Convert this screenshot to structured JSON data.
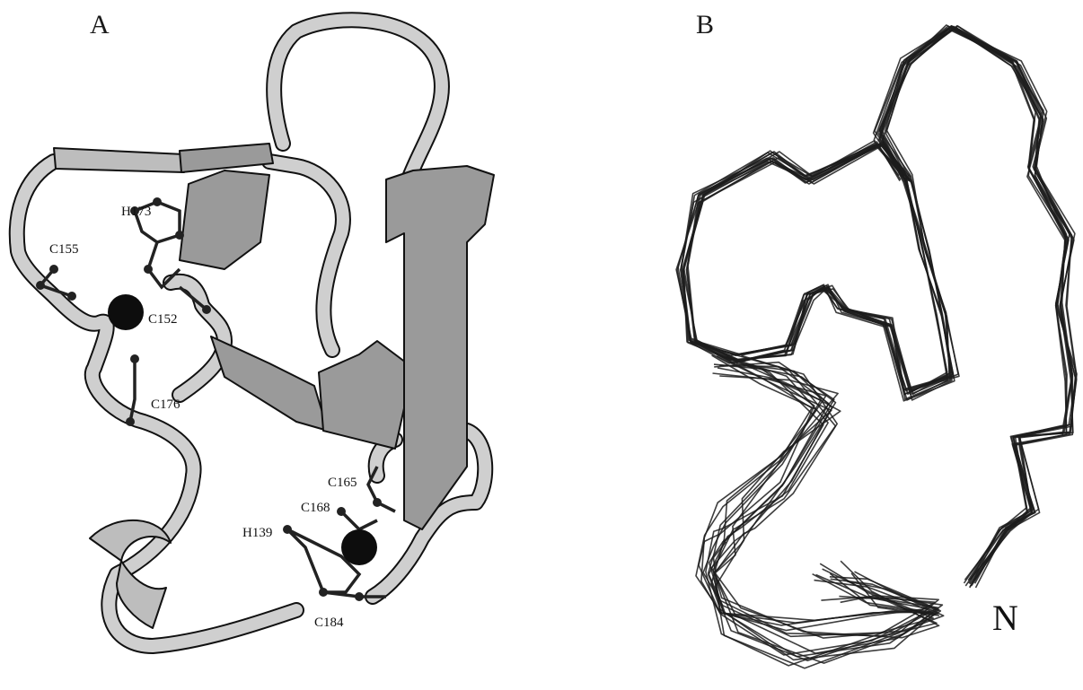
{
  "panels": [
    {
      "letter": "A"
    },
    {
      "letter": "B"
    }
  ],
  "residue_labels": [
    "H173",
    "C155",
    "C152",
    "C176",
    "C165",
    "C168",
    "H139",
    "C184"
  ],
  "terminus_label": "N",
  "colors": {
    "ribbon": "#cfcfcf",
    "strand": "#9a9a9a",
    "outline": "#111111",
    "trace": "#1c1c1c"
  }
}
